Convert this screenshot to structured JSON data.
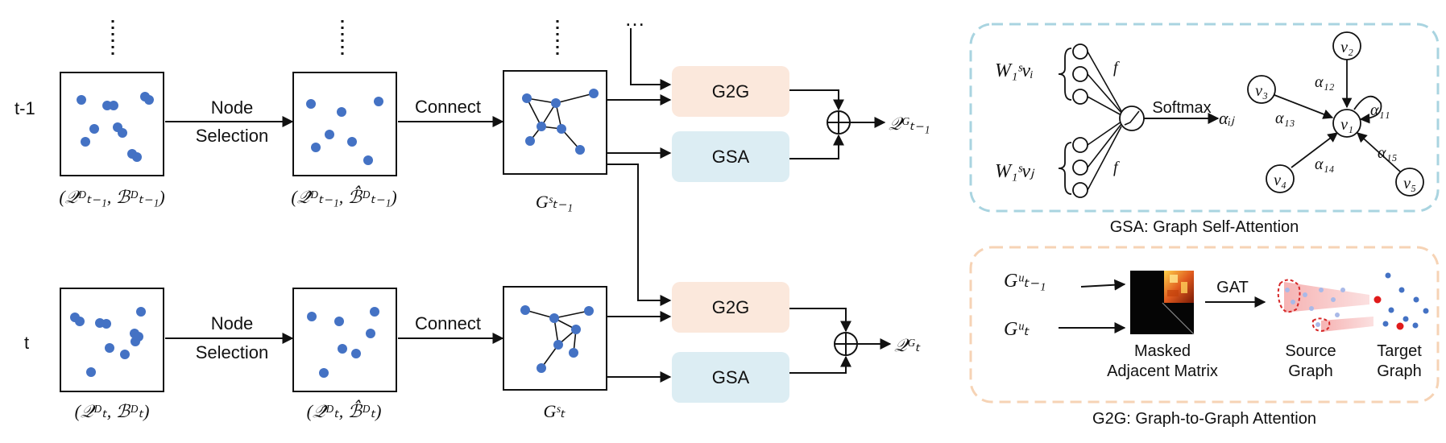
{
  "rows": [
    {
      "time_label": "t-1",
      "detections_label": "(𝒬ᴰₜ₋₁, ℬᴰₜ₋₁)",
      "selected_label": "(𝒬̂ᴰₜ₋₁, ℬ̂ᴰₜ₋₁)",
      "graph_label": "Gˢₜ₋₁",
      "output_label": "𝒬ᴳₜ₋₁"
    },
    {
      "time_label": "t",
      "detections_label": "(𝒬ᴰₜ, ℬᴰₜ)",
      "selected_label": "(𝒬̂ᴰₜ, ℬ̂ᴰₜ)",
      "graph_label": "Gˢₜ",
      "output_label": "𝒬ᴳₜ"
    }
  ],
  "steps": {
    "node_selection_line1": "Node",
    "node_selection_line2": "Selection",
    "connect": "Connect",
    "ellipsis": "…"
  },
  "modules": {
    "g2g": "G2G",
    "gsa": "GSA",
    "g2g_color": "#fbe8dc",
    "gsa_color": "#dcedf3"
  },
  "gsa_panel": {
    "caption": "GSA: Graph Self-Attention",
    "input_i": "W₁ˢvᵢ",
    "input_j": "W₁ˢvⱼ",
    "f": "f",
    "softmax": "Softmax",
    "alpha_ij": "αᵢⱼ",
    "nodes": [
      "v₁",
      "v₂",
      "v₃",
      "v₄",
      "v₅"
    ],
    "edges": [
      "α₁₁",
      "α₁₂",
      "α₁₃",
      "α₁₄",
      "α₁₅"
    ],
    "border_color": "#a9d4e0"
  },
  "g2g_panel": {
    "caption": "G2G: Graph-to-Graph Attention",
    "input_prev": "Gᵘₜ₋₁",
    "input_cur": "Gᵘₜ",
    "matrix_line1": "Masked",
    "matrix_line2": "Adjacent Matrix",
    "gat": "GAT",
    "source_line1": "Source",
    "source_line2": "Graph",
    "target_line1": "Target",
    "target_line2": "Graph",
    "border_color": "#f6d3b5"
  },
  "colors": {
    "node": "#4472c4",
    "line": "#111111"
  }
}
